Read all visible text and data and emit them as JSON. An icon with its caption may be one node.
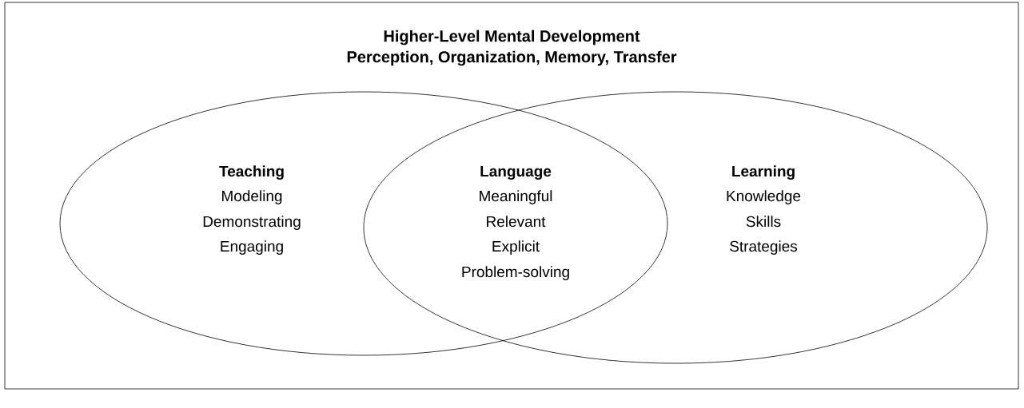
{
  "diagram": {
    "nodes": [
      {
        "text": [
          "Higher-Level Mental Development",
          "Perception, Organization, Memory, Transfer"
        ]
      },
      {
        "text": [
          "Teaching",
          "Modeling",
          "Demonstrating",
          "Engaging"
        ],
        "in": 0
      },
      {
        "text": [
          "Learning",
          "Knowledge",
          "Skills",
          "Strategies"
        ],
        "in": 0
      }
    ],
    "labels": [
      "Language",
      "Meaningful",
      "Relevant",
      "Explicit",
      "Problem-solving"
    ]
  }
}
